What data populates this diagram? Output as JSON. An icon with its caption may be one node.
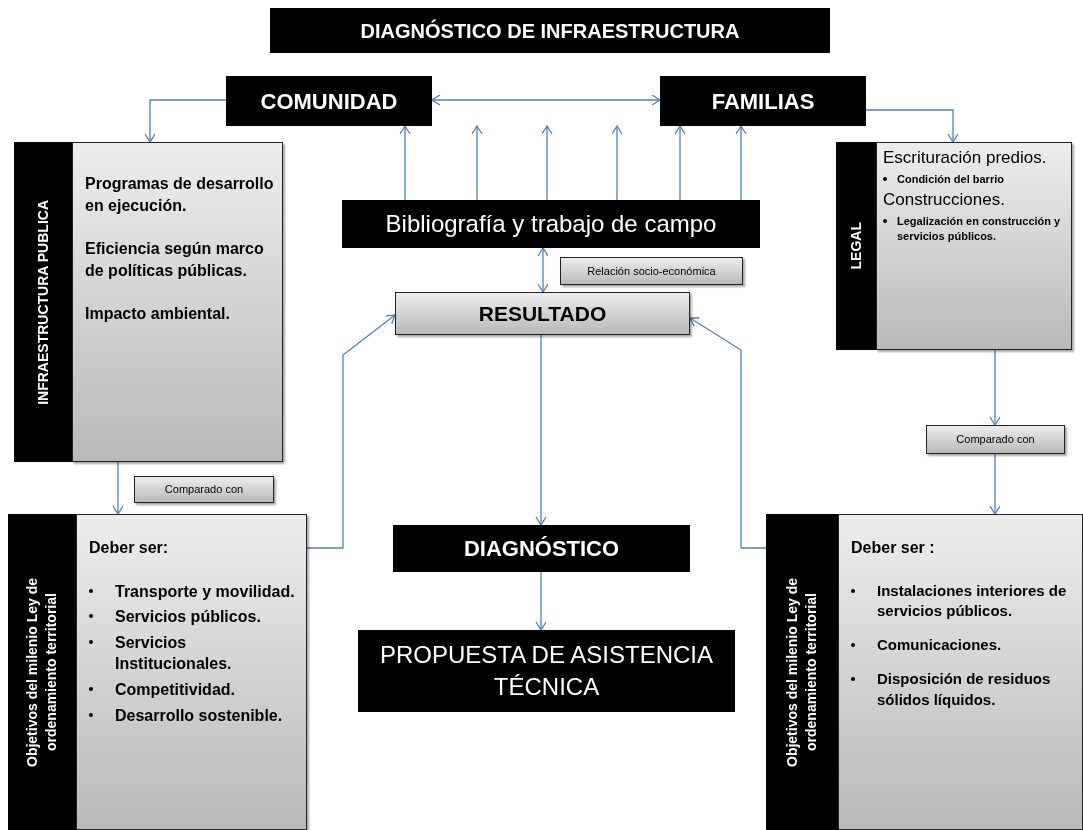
{
  "diagram": {
    "title": "DIAGNÓSTICO DE INFRAESTRUCTURA",
    "nodes": [
      {
        "text": [
          "COMUNIDAD"
        ]
      },
      {
        "text": [
          "FAMILIAS"
        ]
      },
      {
        "text": [
          "INFRAESTRUCTURA PUBLICA",
          "Programas de desarrollo en ejecución.",
          "Eficiencia según marco de políticas públicas.",
          "Impacto ambiental."
        ]
      },
      {
        "text": [
          "Bibliografía y trabajo de campo"
        ]
      },
      {
        "text": [
          "Relación socio-económica"
        ]
      },
      {
        "text": [
          "RESULTADO"
        ]
      },
      {
        "text": [
          "LEGAL",
          "Escrituración predios.",
          "Condición del barrio",
          "Construcciones.",
          "Legalización en construcción y servicios públicos."
        ]
      },
      {
        "text": [
          "Comparado con"
        ]
      },
      {
        "text": [
          "Comparado con"
        ]
      },
      {
        "text": [
          "Objetivos del milenio Ley de ordenamiento territorial",
          "Deber ser:",
          "Transporte y movilidad.",
          "Servicios públicos.",
          "Servicios Institucionales.",
          "Competitividad.",
          "Desarrollo sostenible."
        ]
      },
      {
        "text": [
          "DIAGNÓSTICO"
        ]
      },
      {
        "text": [
          "PROPUESTA DE ASISTENCIA TÉCNICA"
        ]
      },
      {
        "text": [
          "Objetivos del milenio Ley de ordenamiento territorial",
          "Deber ser :",
          "Instalaciones interiores de servicios públicos.",
          "Comunicaciones.",
          "Disposición de residuos sólidos líquidos."
        ]
      }
    ],
    "edges": [
      {
        "from": 0,
        "to": 1,
        "arrow": "both"
      },
      {
        "from": 0,
        "to": 2,
        "arrow": "to"
      },
      {
        "from": 1,
        "to": 6,
        "arrow": "to"
      },
      {
        "from": 3,
        "to": 0,
        "arrow": "to"
      },
      {
        "from": 3,
        "to": 0,
        "arrow": "to"
      },
      {
        "from": 3,
        "to": null,
        "arrow": "to"
      },
      {
        "from": 3,
        "to": null,
        "arrow": "to"
      },
      {
        "from": 3,
        "to": 1,
        "arrow": "to"
      },
      {
        "from": 3,
        "to": 1,
        "arrow": "to"
      },
      {
        "from": 3,
        "to": 5,
        "arrow": "both"
      },
      {
        "from": 5,
        "to": 10,
        "arrow": "to"
      },
      {
        "from": 10,
        "to": 11,
        "arrow": "to"
      },
      {
        "from": 2,
        "to": 9,
        "arrow": "to"
      },
      {
        "from": 6,
        "to": 8,
        "arrow": "to"
      },
      {
        "from": 8,
        "to": 12,
        "arrow": "to"
      },
      {
        "from": 9,
        "to": 5,
        "arrow": "to"
      },
      {
        "from": 12,
        "to": 5,
        "arrow": "to"
      }
    ]
  }
}
